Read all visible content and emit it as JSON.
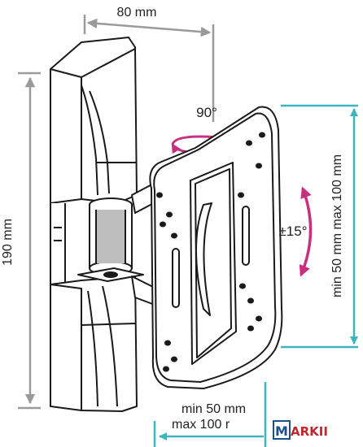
{
  "dimensions": {
    "top_width": "80 mm",
    "rotation": "90°",
    "height": "190 mm",
    "tilt": "±15°",
    "vesa_vertical": "min 50 mm max 100 mm",
    "vesa_horizontal_line1": "min 50 mm",
    "vesa_horizontal_line2": "max 100 r"
  },
  "logo": {
    "letter": "M",
    "text": "ARKII"
  },
  "colors": {
    "teal_arrow": "#3fb4bf",
    "magenta_arrow": "#c8307f",
    "grey_arrow": "#9a9a9a",
    "outline": "#1a1a1a",
    "logo_blue": "#1d4f8c",
    "logo_red": "#c0282d"
  }
}
